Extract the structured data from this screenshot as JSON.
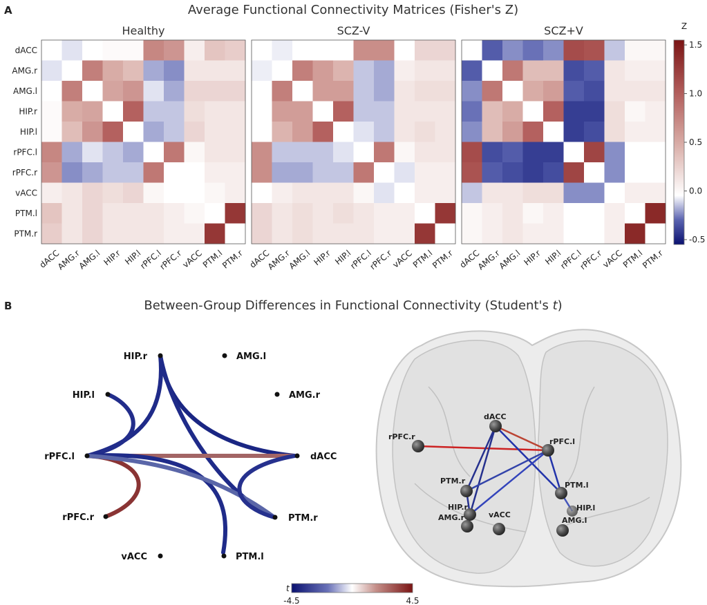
{
  "panels": {
    "a_label": "A",
    "b_label": "B",
    "a_title": "Average Functional Connectivity Matrices (Fisher's Z)",
    "b_title_prefix": "Between-Group Differences in Functional Connectivity (Student's ",
    "b_title_var": "t",
    "b_title_suffix": ")"
  },
  "chart_data": [
    {
      "type": "heatmap",
      "title": "Average Functional Connectivity Matrices (Fisher's Z)",
      "regions": [
        "dACC",
        "AMG.r",
        "AMG.l",
        "HIP.r",
        "HIP.l",
        "rPFC.l",
        "rPFC.r",
        "vACC",
        "PTM.l",
        "PTM.r"
      ],
      "colorbar": {
        "label": "Z",
        "ticks": [
          1.5,
          1.0,
          0.5,
          0.0,
          -0.5
        ],
        "tick_labels": [
          "1.5",
          "1.0",
          "0.5",
          "0.0",
          "-0.5"
        ],
        "range": [
          -0.55,
          1.55
        ]
      },
      "matrices": [
        {
          "name": "Healthy",
          "values": [
            [
              0.0,
              -0.05,
              0.0,
              0.03,
              0.03,
              0.75,
              0.65,
              0.1,
              0.35,
              0.3
            ],
            [
              -0.05,
              0.0,
              0.8,
              0.5,
              0.4,
              -0.15,
              -0.2,
              0.15,
              0.15,
              0.15
            ],
            [
              0.0,
              0.8,
              0.0,
              0.55,
              0.65,
              -0.05,
              -0.15,
              0.25,
              0.25,
              0.25
            ],
            [
              0.03,
              0.5,
              0.55,
              0.0,
              1.0,
              -0.1,
              -0.1,
              0.2,
              0.15,
              0.15
            ],
            [
              0.03,
              0.4,
              0.65,
              1.0,
              0.0,
              -0.15,
              -0.1,
              0.25,
              0.15,
              0.15
            ],
            [
              0.75,
              -0.15,
              -0.05,
              -0.1,
              -0.15,
              0.0,
              0.85,
              0.05,
              0.15,
              0.15
            ],
            [
              0.65,
              -0.2,
              -0.15,
              -0.1,
              -0.1,
              0.85,
              0.0,
              0.0,
              0.1,
              0.1
            ],
            [
              0.1,
              0.15,
              0.25,
              0.2,
              0.25,
              0.05,
              0.0,
              0.0,
              0.05,
              0.1
            ],
            [
              0.35,
              0.15,
              0.25,
              0.15,
              0.15,
              0.15,
              0.1,
              0.05,
              0.0,
              1.3
            ],
            [
              0.3,
              0.15,
              0.25,
              0.15,
              0.15,
              0.15,
              0.1,
              0.1,
              1.3,
              0.0
            ]
          ]
        },
        {
          "name": "SCZ-V",
          "values": [
            [
              0.0,
              -0.03,
              0.0,
              0.0,
              0.0,
              0.7,
              0.7,
              0.0,
              0.25,
              0.25
            ],
            [
              -0.03,
              0.0,
              0.8,
              0.6,
              0.45,
              -0.1,
              -0.15,
              0.1,
              0.15,
              0.15
            ],
            [
              0.0,
              0.8,
              0.0,
              0.6,
              0.6,
              -0.1,
              -0.15,
              0.15,
              0.2,
              0.2
            ],
            [
              0.0,
              0.6,
              0.6,
              0.0,
              1.0,
              -0.1,
              -0.1,
              0.15,
              0.15,
              0.15
            ],
            [
              0.0,
              0.45,
              0.6,
              1.0,
              0.0,
              -0.05,
              -0.1,
              0.15,
              0.2,
              0.15
            ],
            [
              0.7,
              -0.1,
              -0.1,
              -0.1,
              -0.05,
              0.0,
              0.85,
              0.05,
              0.15,
              0.15
            ],
            [
              0.7,
              -0.15,
              -0.15,
              -0.1,
              -0.1,
              0.85,
              0.0,
              -0.05,
              0.1,
              0.1
            ],
            [
              0.0,
              0.1,
              0.15,
              0.15,
              0.15,
              0.05,
              -0.05,
              0.0,
              0.1,
              0.1
            ],
            [
              0.25,
              0.15,
              0.2,
              0.15,
              0.2,
              0.15,
              0.1,
              0.1,
              0.0,
              1.3
            ],
            [
              0.25,
              0.15,
              0.2,
              0.15,
              0.15,
              0.15,
              0.1,
              0.1,
              1.3,
              0.0
            ]
          ]
        },
        {
          "name": "SCZ+V",
          "values": [
            [
              0.0,
              -0.3,
              -0.2,
              -0.25,
              -0.2,
              1.15,
              1.1,
              -0.1,
              0.05,
              0.05
            ],
            [
              -0.3,
              0.0,
              0.85,
              0.4,
              0.4,
              -0.35,
              -0.3,
              0.15,
              0.1,
              0.1
            ],
            [
              -0.2,
              0.85,
              0.0,
              0.5,
              0.6,
              -0.3,
              -0.35,
              0.15,
              0.15,
              0.15
            ],
            [
              -0.25,
              0.4,
              0.5,
              0.0,
              1.0,
              -0.4,
              -0.4,
              0.2,
              0.05,
              0.1
            ],
            [
              -0.2,
              0.4,
              0.6,
              1.0,
              0.0,
              -0.4,
              -0.35,
              0.2,
              0.1,
              0.1
            ],
            [
              1.15,
              -0.35,
              -0.3,
              -0.4,
              -0.4,
              0.0,
              1.2,
              -0.2,
              0.0,
              0.0
            ],
            [
              1.1,
              -0.3,
              -0.35,
              -0.4,
              -0.35,
              1.2,
              0.0,
              -0.2,
              0.0,
              0.0
            ],
            [
              -0.1,
              0.15,
              0.15,
              0.2,
              0.2,
              -0.2,
              -0.2,
              0.0,
              0.1,
              0.1
            ],
            [
              0.05,
              0.1,
              0.15,
              0.05,
              0.1,
              0.0,
              0.0,
              0.1,
              0.0,
              1.4
            ],
            [
              0.05,
              0.1,
              0.15,
              0.1,
              0.1,
              0.0,
              0.0,
              0.1,
              1.4,
              0.0
            ]
          ]
        }
      ]
    },
    {
      "type": "network",
      "title": "Between-Group Differences in Functional Connectivity (Student's t)",
      "colorbar": {
        "label": "t",
        "min": -4.5,
        "max": 4.5,
        "min_label": "-4.5",
        "max_label": "4.5"
      },
      "nodes": [
        "HIP.r",
        "AMG.l",
        "HIP.l",
        "AMG.r",
        "rPFC.l",
        "dACC",
        "rPFC.r",
        "PTM.r",
        "vACC",
        "PTM.l"
      ],
      "edges": [
        {
          "from": "HIP.r",
          "to": "dACC",
          "t": -4.2
        },
        {
          "from": "HIP.r",
          "to": "PTM.r",
          "t": -4.0
        },
        {
          "from": "HIP.r",
          "to": "rPFC.l",
          "t": -4.0
        },
        {
          "from": "HIP.l",
          "to": "rPFC.l",
          "t": -4.0
        },
        {
          "from": "rPFC.l",
          "to": "dACC",
          "t": 3.0
        },
        {
          "from": "rPFC.l",
          "to": "rPFC.r",
          "t": 4.0
        },
        {
          "from": "rPFC.l",
          "to": "PTM.l",
          "t": -4.0
        },
        {
          "from": "rPFC.l",
          "to": "PTM.r",
          "t": -3.0
        },
        {
          "from": "dACC",
          "to": "PTM.r",
          "t": -4.2
        }
      ],
      "brain_labels": [
        "dACC",
        "rPFC.r",
        "rPFC.l",
        "PTM.r",
        "PTM.l",
        "HIP.r",
        "HIP.l",
        "AMG.r",
        "AMG.l",
        "vACC"
      ]
    }
  ]
}
